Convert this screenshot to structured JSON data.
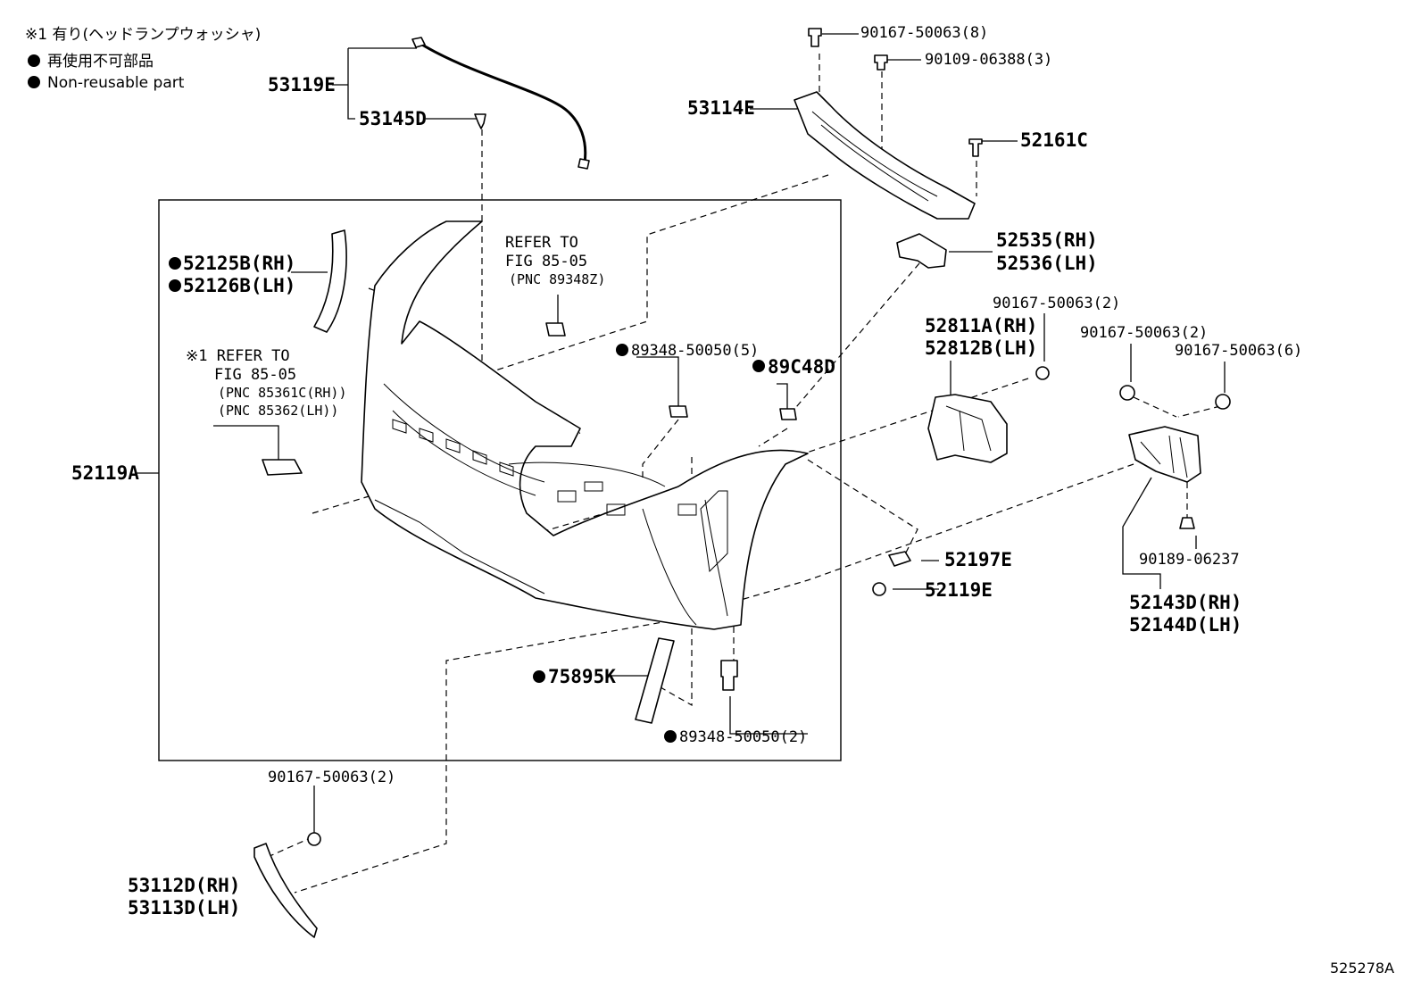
{
  "legend": {
    "note": "※1 有り(ヘッドランプウォッシャ)",
    "nonreusable_jp": "再使用不可部品",
    "nonreusable_en": "Non-reusable part"
  },
  "refs": {
    "ref1": [
      "REFER TO",
      "FIG 85-05",
      "(PNC 89348Z)"
    ],
    "ref2": [
      "※1 REFER TO",
      "FIG 85-05",
      "(PNC 85361C(RH))",
      "(PNC 85362(LH))"
    ]
  },
  "parts": {
    "p53119E": "53119E",
    "p53145D": "53145D",
    "p52125B": "52125B(RH)",
    "p52126B": "52126B(LH)",
    "p52119A": "52119A",
    "p90167_8": "90167-50063(8)",
    "p90109": "90109-06388(3)",
    "p53114E": "53114E",
    "p52161C": "52161C",
    "p52535": "52535(RH)",
    "p52536": "52536(LH)",
    "p90167_2a": "90167-50063(2)",
    "p52811A": "52811A(RH)",
    "p52812B": "52812B(LH)",
    "p90167_2b": "90167-50063(2)",
    "p90167_6": "90167-50063(6)",
    "p89348_5": "89348-50050(5)",
    "p89C48D": "89C48D",
    "p52197E": "52197E",
    "p52119E": "52119E",
    "p90189": "90189-06237",
    "p52143D": "52143D(RH)",
    "p52144D": "52144D(LH)",
    "p75895K": "75895K",
    "p89348_2": "89348-50050(2)",
    "p90167_2c": "90167-50063(2)",
    "p53112D": "53112D(RH)",
    "p53113D": "53113D(LH)"
  },
  "figure_id": "525278A"
}
